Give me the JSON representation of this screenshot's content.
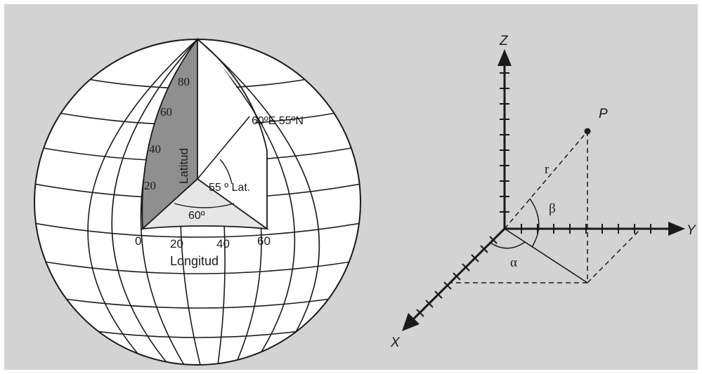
{
  "colors": {
    "background": "#d3d3d3",
    "frame": "#ffffff",
    "ink": "#1a1a1a",
    "latitude_wedge": "#8f8f8f",
    "equator_wedge": "#e6e6e6",
    "globe_fill": "#ffffff"
  },
  "globe": {
    "latitude_ticks": [
      "80",
      "60",
      "40",
      "20"
    ],
    "latitude_label": "Latitud",
    "longitude_ticks": [
      "0",
      "20",
      "40",
      "60"
    ],
    "longitude_label": "Longitud",
    "point_label": "60ºE 55ºN",
    "lat_angle_label": "55 º Lat.",
    "lon_angle_label": "60º"
  },
  "axes3d": {
    "z_label": "Z",
    "y_label": "Y",
    "x_label": "X",
    "point_label": "P",
    "radius_label": "r",
    "alpha_label": "α",
    "beta_label": "β"
  }
}
